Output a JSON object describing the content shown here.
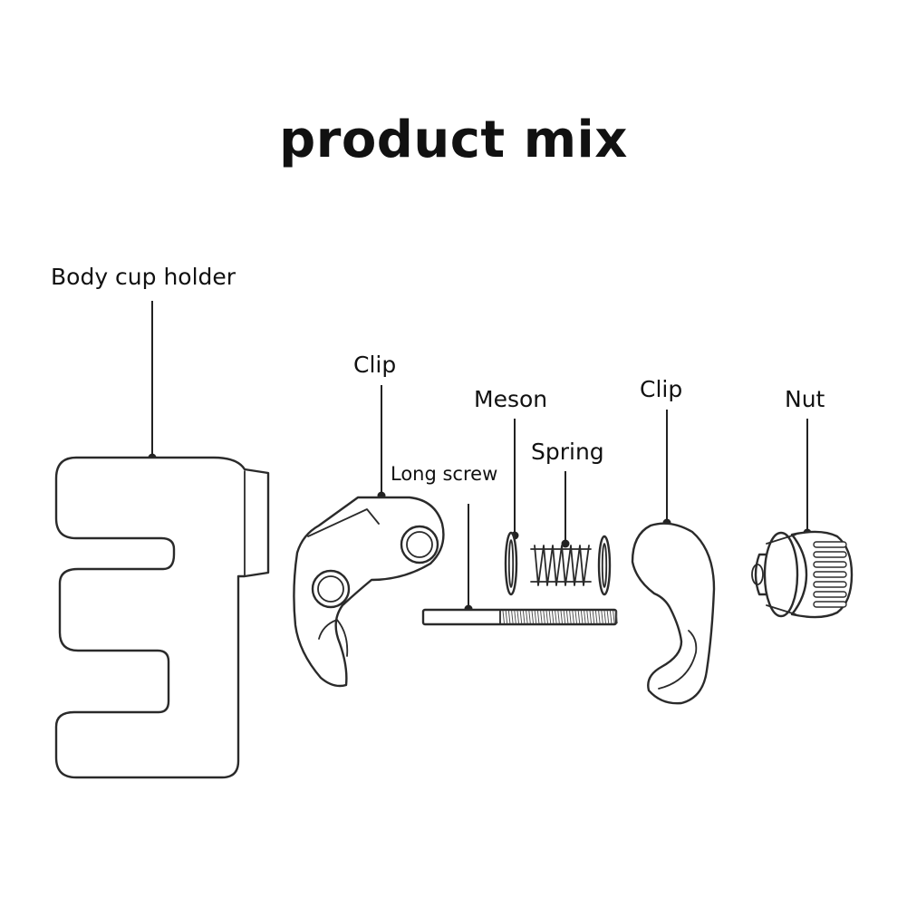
{
  "title": "product mix",
  "parts": {
    "body_cup_holder": "Body cup holder",
    "clip_left": "Clip",
    "meson": "Meson",
    "spring": "Spring",
    "long_screw": "Long screw",
    "clip_right": "Clip",
    "nut": "Nut"
  }
}
